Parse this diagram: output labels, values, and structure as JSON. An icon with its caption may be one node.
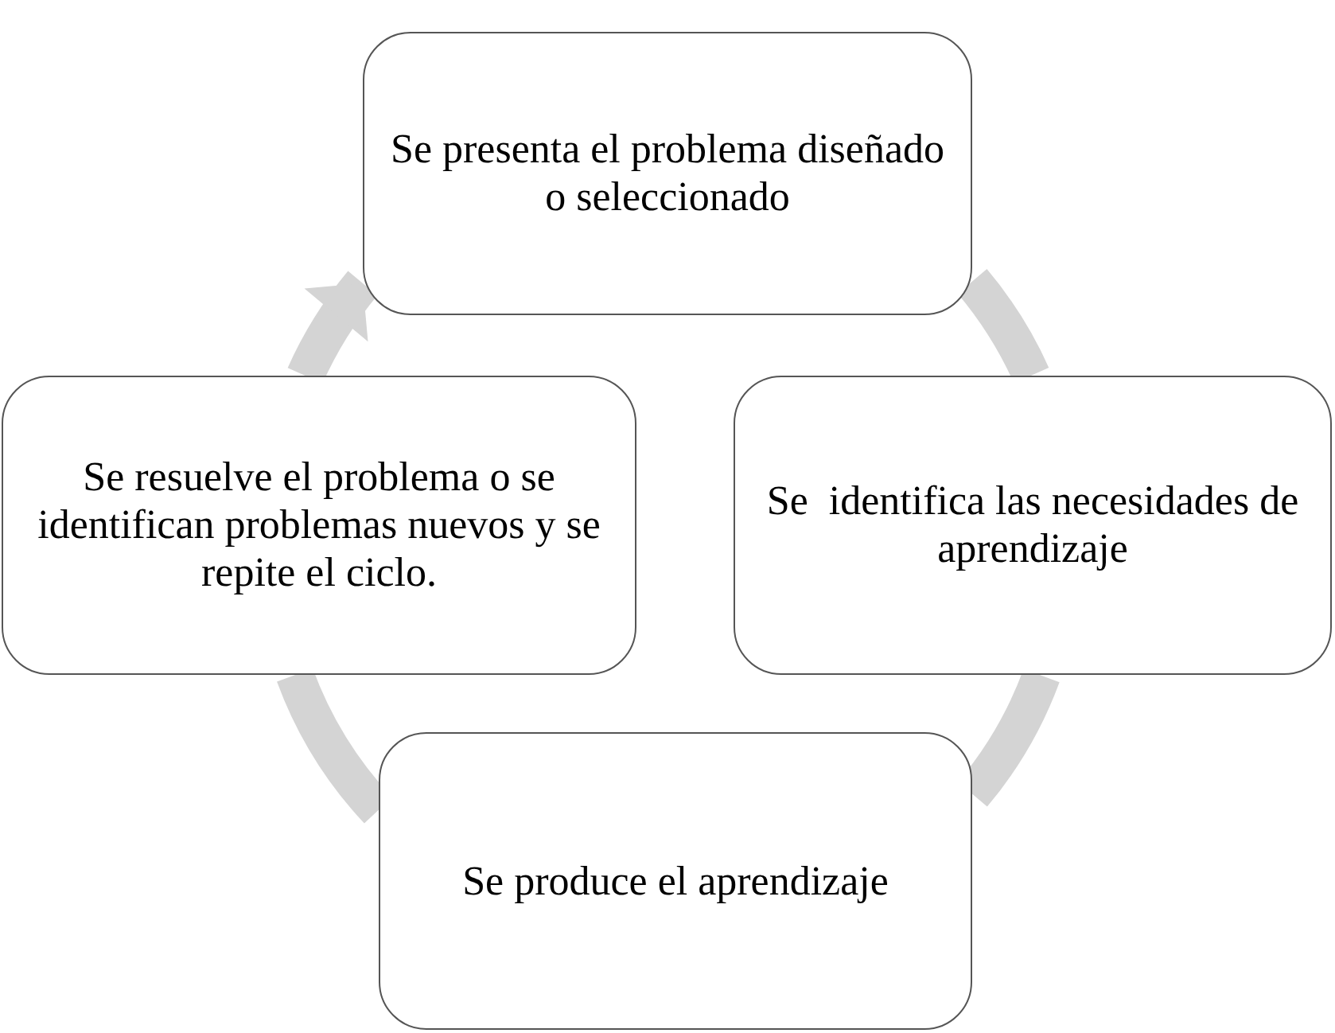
{
  "diagram": {
    "nodes": [
      {
        "text": [
          "Se presenta el problema diseñado o seleccionado"
        ]
      },
      {
        "text": [
          "Se  identifica las necesidades de aprendizaje"
        ]
      },
      {
        "text": [
          "Se produce el aprendizaje"
        ]
      },
      {
        "text": [
          "Se resuelve el problema o se identifican problemas nuevos y se repite el ciclo."
        ]
      }
    ],
    "edges": [
      {
        "from": 0,
        "to": 1,
        "arrow": "none"
      },
      {
        "from": 1,
        "to": 2,
        "arrow": "none"
      },
      {
        "from": 2,
        "to": 3,
        "arrow": "none"
      },
      {
        "from": 3,
        "to": 0,
        "arrow": "to"
      }
    ]
  }
}
